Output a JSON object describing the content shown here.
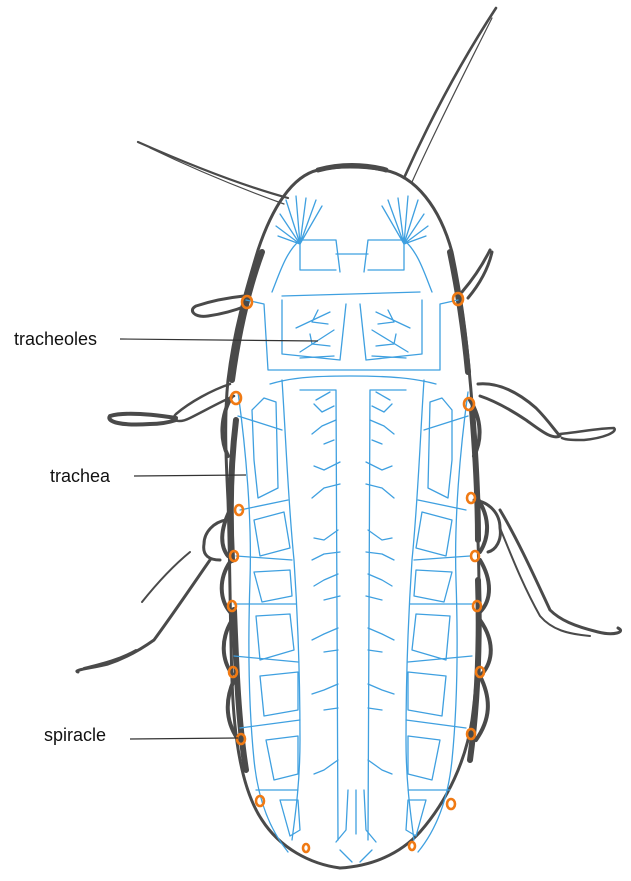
{
  "labels": {
    "tracheoles": "tracheoles",
    "trachea": "trachea",
    "spiracle": "spiracle"
  },
  "colors": {
    "outline": "#4a4a4a",
    "tracheal_system": "#3fa0e0",
    "spiracle": "#f07a14",
    "label_text": "#111111"
  }
}
